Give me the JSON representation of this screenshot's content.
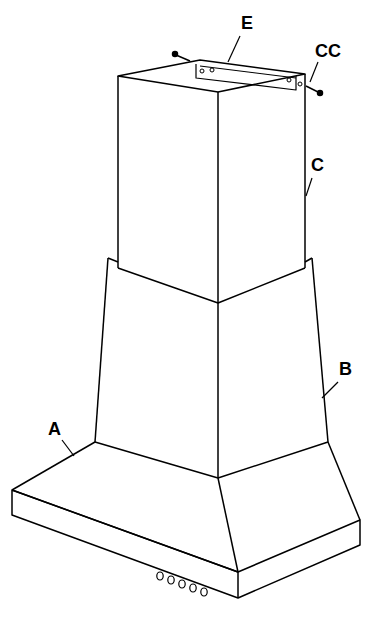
{
  "diagram": {
    "labels": [
      "E",
      "CC",
      "C",
      "B",
      "A"
    ]
  }
}
